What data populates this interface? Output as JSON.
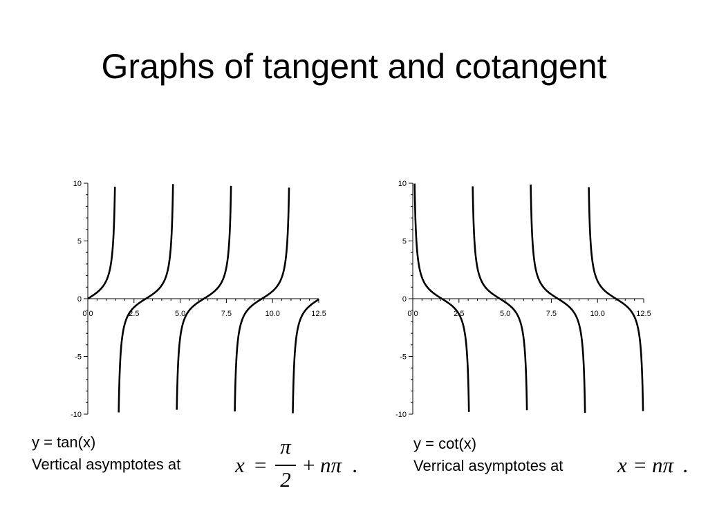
{
  "slide": {
    "title": "Graphs of tangent and cotangent"
  },
  "left_caption": {
    "line1": "y = tan(x)",
    "line2": "Vertical asymptotes at"
  },
  "right_caption": {
    "line1": "y = cot(x)",
    "line2": "Verrical asymptotes at"
  },
  "left_formula": {
    "lhs": "x",
    "eq": "=",
    "numerator": "π",
    "denominator": "2",
    "plus": "+",
    "term": "nπ",
    "period": "."
  },
  "right_formula": {
    "lhs": "x",
    "eq": "=",
    "term": "nπ",
    "period": "."
  },
  "chart_data": [
    {
      "type": "line",
      "function": "tan",
      "xlim": [
        0,
        12.5
      ],
      "ylim": [
        -10,
        10
      ],
      "x_ticks": [
        "0.0",
        "2.5",
        "5.0",
        "7.5",
        "10.0",
        "12.5"
      ],
      "y_ticks": [
        "10",
        "5",
        "0",
        "-5",
        "-10"
      ],
      "x_tick_values": [
        0,
        2.5,
        5,
        7.5,
        10,
        12.5
      ],
      "y_tick_values": [
        10,
        5,
        0,
        -5,
        -10
      ],
      "line_color": "#000000",
      "grid": false
    },
    {
      "type": "line",
      "function": "cot",
      "xlim": [
        0,
        12.5
      ],
      "ylim": [
        -10,
        10
      ],
      "x_ticks": [
        "0.0",
        "2.5",
        "5.0",
        "7.5",
        "10.0",
        "12.5"
      ],
      "y_ticks": [
        "10",
        "5",
        "0",
        "-5",
        "-10"
      ],
      "x_tick_values": [
        0,
        2.5,
        5,
        7.5,
        10,
        12.5
      ],
      "y_tick_values": [
        10,
        5,
        0,
        -5,
        -10
      ],
      "line_color": "#000000",
      "grid": false
    }
  ]
}
